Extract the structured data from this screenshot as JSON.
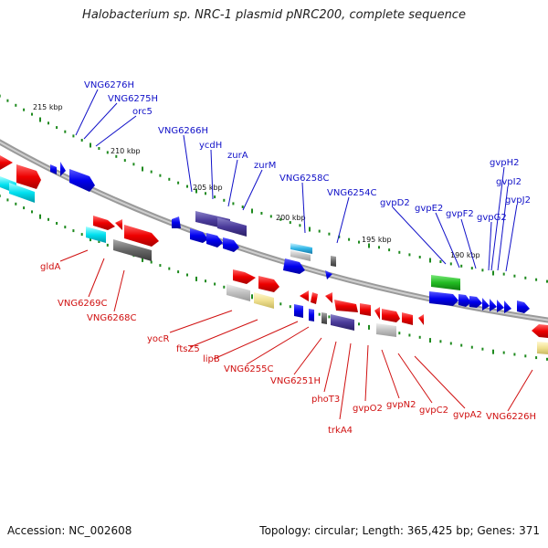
{
  "title": "Halobacterium sp. NRC-1 plasmid pNRC200, complete sequence",
  "footer": {
    "accession": "Accession: NC_002608",
    "summary": "Topology: circular; Length: 365,425 bp; Genes: 371"
  },
  "colors": {
    "upper_labels": "#1010c8",
    "lower_labels": "#d01010",
    "backbone": "#8a8a8a",
    "ticks": "#1e8a1e"
  },
  "kbp_labels": [
    "215 kbp",
    "210 kbp",
    "205 kbp",
    "200 kbp",
    "195 kbp",
    "190 kbp"
  ],
  "upper_genes": [
    "VNG6276H",
    "VNG6275H",
    "orc5",
    "VNG6266H",
    "ycdH",
    "zurA",
    "zurM",
    "VNG6258C",
    "VNG6254C",
    "gvpD2",
    "gvpE2",
    "gvpF2",
    "gvpG2",
    "gvpH2",
    "gvpI2",
    "gvpJ2"
  ],
  "lower_genes": [
    "gldA",
    "VNG6269C",
    "VNG6268C",
    "yocR",
    "ftsZ5",
    "lipB",
    "VNG6255C",
    "VNG6251H",
    "phoT3",
    "trkA4",
    "gvpO2",
    "gvpN2",
    "gvpC2",
    "gvpA2",
    "VNG6226H"
  ]
}
